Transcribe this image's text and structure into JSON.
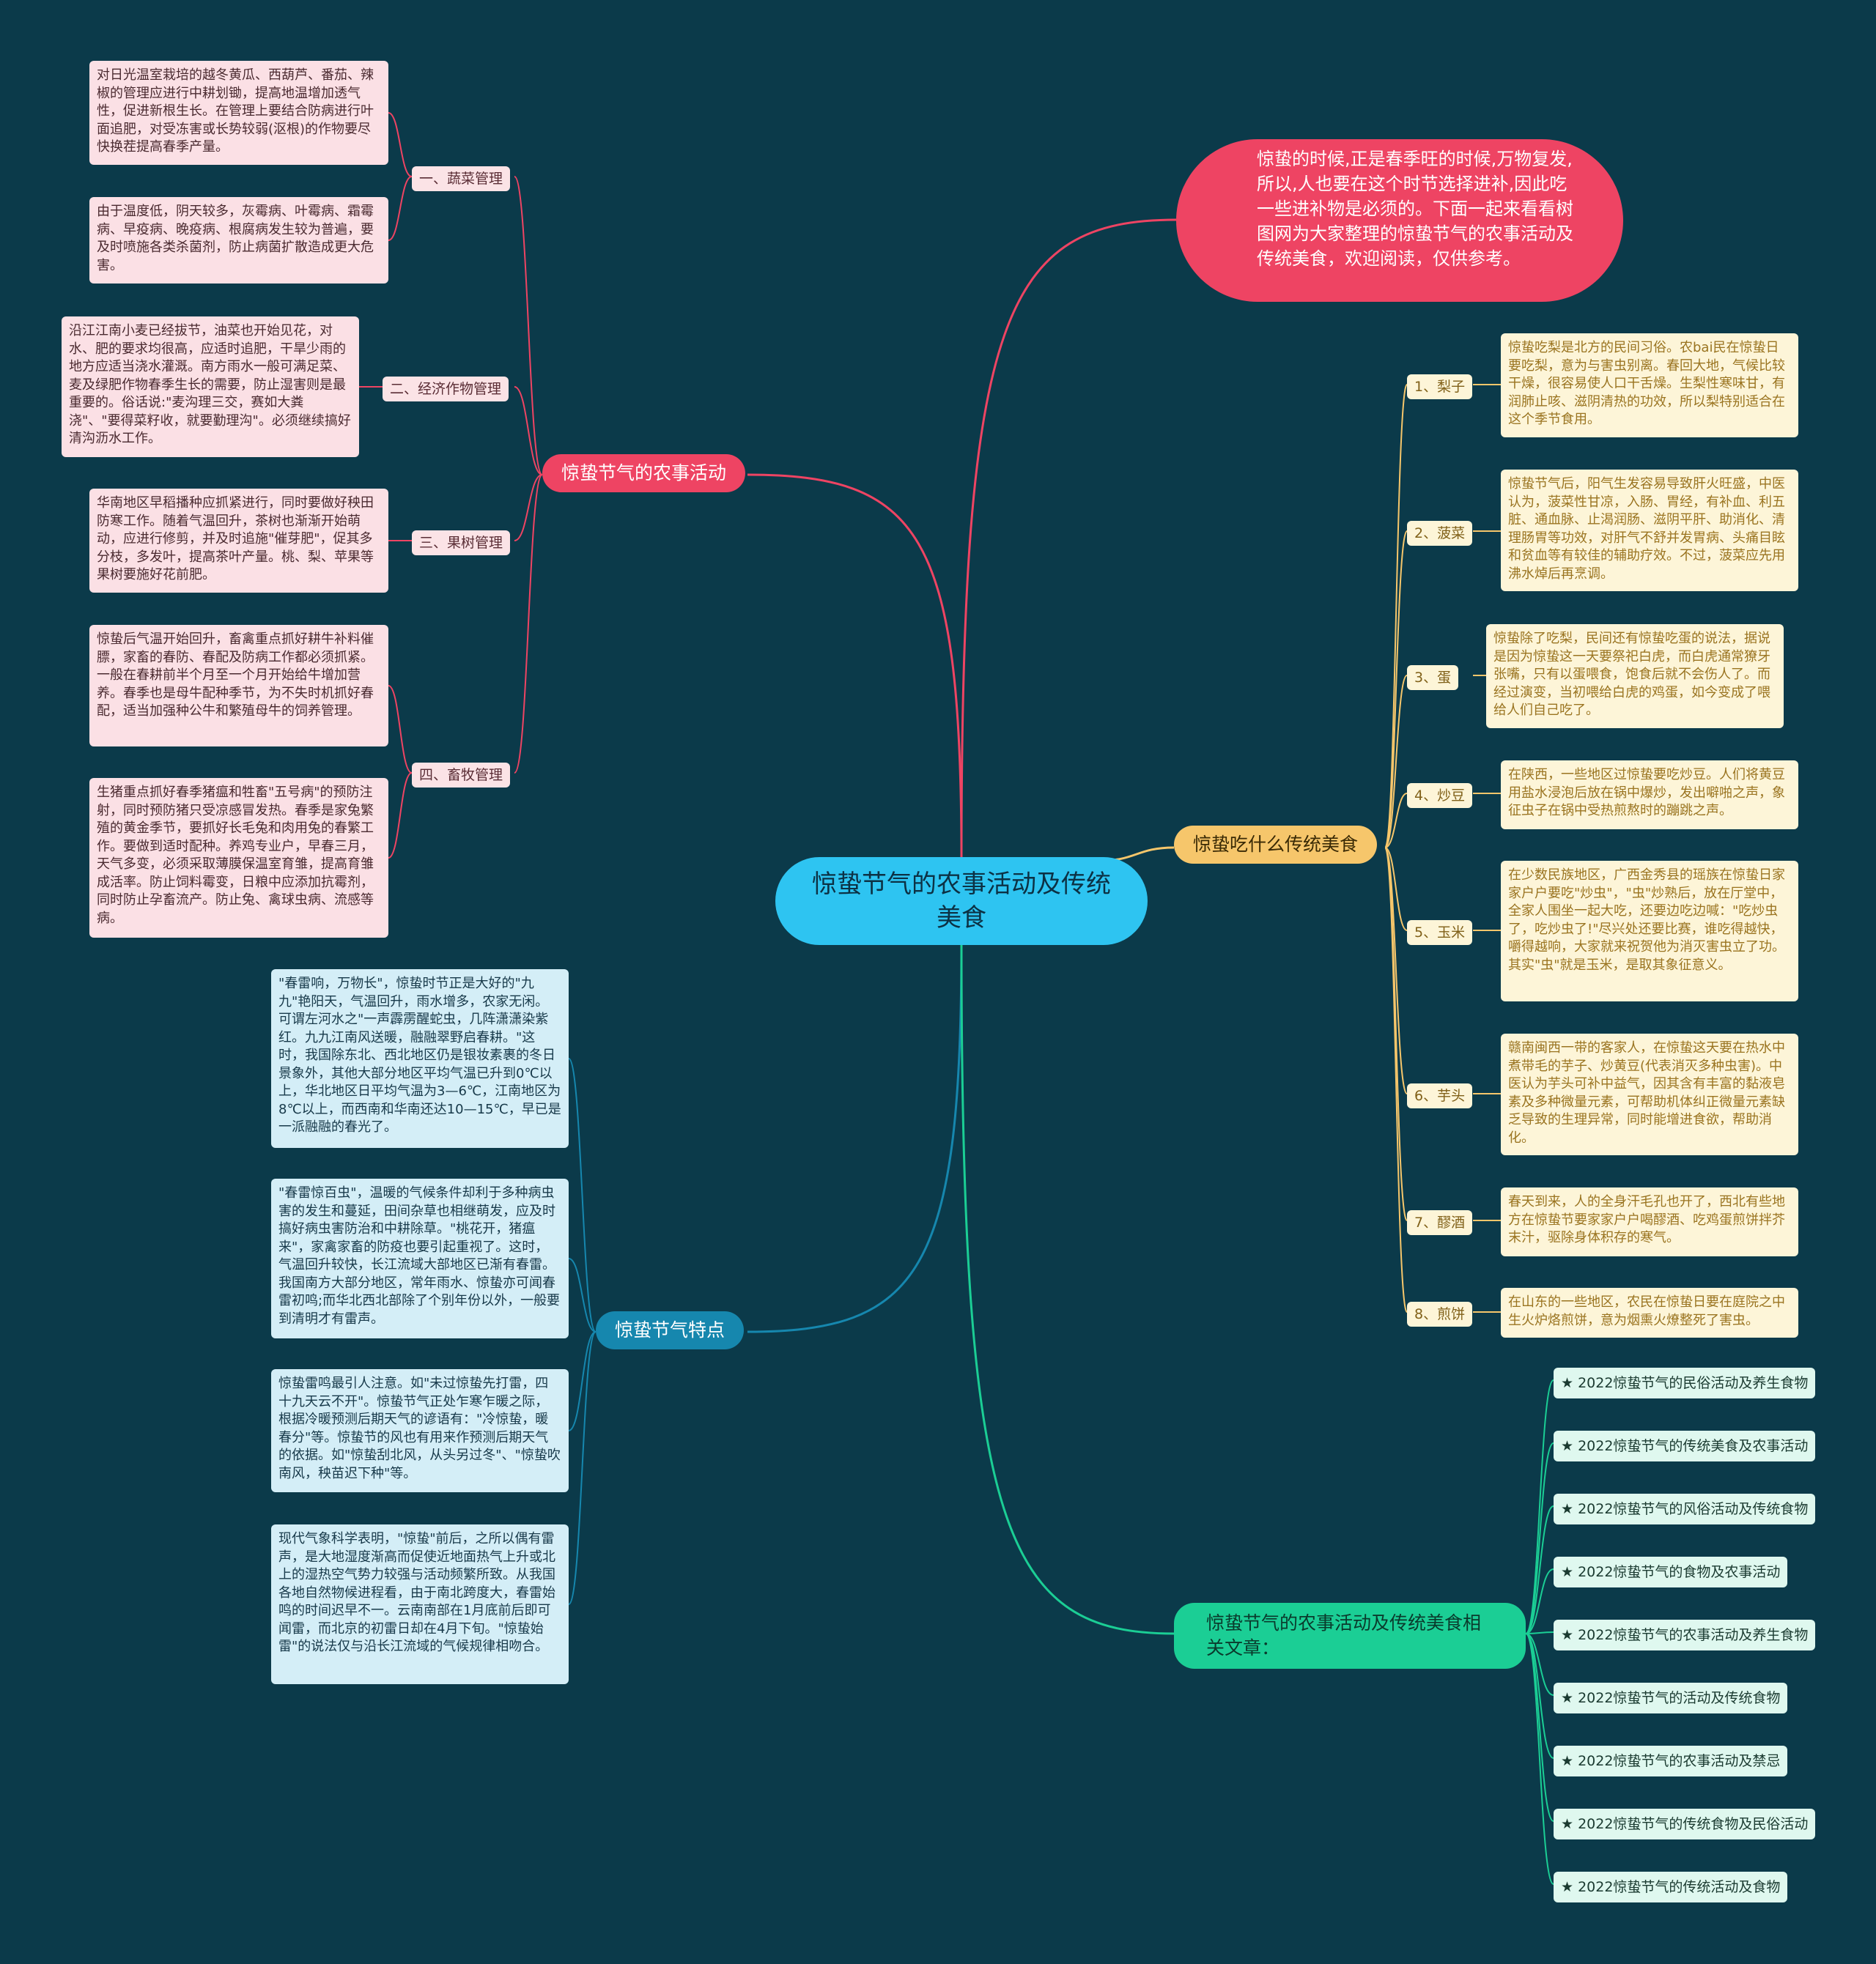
{
  "center": "惊蛰节气的农事活动及传统美食",
  "intro": "惊蛰的时候,正是春季旺的时候,万物复发,所以,人也要在这个时节选择进补,因此吃一些进补物是必须的。下面一起来看看树图网为大家整理的惊蛰节气的农事活动及传统美食，欢迎阅读，仅供参考。",
  "farming": {
    "label": "惊蛰节气的农事活动",
    "subs": [
      {
        "label": "一、蔬菜管理",
        "leaves": [
          "对日光温室栽培的越冬黄瓜、西葫芦、番茄、辣椒的管理应进行中耕划锄，提高地温增加透气性，促进新根生长。在管理上要结合防病进行叶面追肥，对受冻害或长势较弱(沤根)的作物要尽快换茬提高春季产量。",
          "由于温度低，阴天较多，灰霉病、叶霉病、霜霉病、早疫病、晚疫病、根腐病发生较为普遍，要及时喷施各类杀菌剂，防止病菌扩散造成更大危害。"
        ]
      },
      {
        "label": "二、经济作物管理",
        "leaves": [
          "沿江江南小麦已经拔节，油菜也开始见花，对水、肥的要求均很高，应适时追肥，干旱少雨的地方应适当浇水灌溉。南方雨水一般可满足菜、麦及绿肥作物春季生长的需要，防止湿害则是最重要的。俗话说:\"麦沟理三交，赛如大粪浇\"、\"要得菜籽收，就要勤理沟\"。必须继续搞好清沟沥水工作。"
        ]
      },
      {
        "label": "三、果树管理",
        "leaves": [
          "华南地区早稻播种应抓紧进行，同时要做好秧田防寒工作。随着气温回升，茶树也渐渐开始萌动，应进行修剪，并及时追施\"催芽肥\"，促其多分枝，多发叶，提高茶叶产量。桃、梨、苹果等果树要施好花前肥。"
        ]
      },
      {
        "label": "四、畜牧管理",
        "leaves": [
          "惊蛰后气温开始回升，畜禽重点抓好耕牛补料催膘，家畜的春防、春配及防病工作都必须抓紧。一般在春耕前半个月至一个月开始给牛增加营养。春季也是母牛配种季节，为不失时机抓好春配，适当加强种公牛和繁殖母牛的饲养管理。",
          "生猪重点抓好春季猪瘟和牲畜\"五号病\"的预防注射，同时预防猪只受凉感冒发热。春季是家兔繁殖的黄金季节，要抓好长毛兔和肉用兔的春繁工作。要做到适时配种。养鸡专业户，早春三月，天气多变，必须采取薄膜保温室育雏，提高育雏成活率。防止饲料霉变，日粮中应添加抗霉剂，同时防止孕畜流产。防止兔、禽球虫病、流感等病。"
        ]
      }
    ]
  },
  "foods": {
    "label": "惊蛰吃什么传统美食",
    "items": [
      {
        "label": "1、梨子",
        "text": "惊蛰吃梨是北方的民间习俗。农bai民在惊蛰日要吃梨，意为与害虫别离。春回大地，气候比较干燥，很容易使人口干舌燥。生梨性寒味甘，有润肺止咳、滋阴清热的功效，所以梨特别适合在这个季节食用。"
      },
      {
        "label": "2、菠菜",
        "text": "惊蛰节气后，阳气生发容易导致肝火旺盛，中医认为，菠菜性甘凉，入肠、胃经，有补血、利五脏、通血脉、止渴润肠、滋阴平肝、助消化、清理肠胃等功效，对肝气不舒并发胃病、头痛目眩和贫血等有较佳的辅助疗效。不过，菠菜应先用沸水焯后再烹调。"
      },
      {
        "label": "3、蛋",
        "text": "惊蛰除了吃梨，民间还有惊蛰吃蛋的说法，据说是因为惊蛰这一天要祭祀白虎，而白虎通常獠牙张嘴，只有以蛋喂食，饱食后就不会伤人了。而经过演变，当初喂给白虎的鸡蛋，如今变成了喂给人们自己吃了。"
      },
      {
        "label": "4、炒豆",
        "text": "在陕西，一些地区过惊蛰要吃炒豆。人们将黄豆用盐水浸泡后放在锅中爆炒，发出噼啪之声，象征虫子在锅中受热煎熬时的蹦跳之声。"
      },
      {
        "label": "5、玉米",
        "text": "在少数民族地区，广西金秀县的瑶族在惊蛰日家家户户要吃\"炒虫\"，\"虫\"炒熟后，放在厅堂中，全家人围坐一起大吃，还要边吃边喊：\"吃炒虫了，吃炒虫了!\"尽兴处还要比赛，谁吃得越快，嚼得越响，大家就来祝贺他为消灭害虫立了功。其实\"虫\"就是玉米，是取其象征意义。"
      },
      {
        "label": "6、芋头",
        "text": "赣南闽西一带的客家人，在惊蛰这天要在热水中煮带毛的芋子、炒黄豆(代表消灭多种虫害)。中医认为芋头可补中益气，因其含有丰富的黏液皂素及多种微量元素，可帮助机体纠正微量元素缺乏导致的生理异常，同时能增进食欲，帮助消化。"
      },
      {
        "label": "7、醪酒",
        "text": "春天到来，人的全身汗毛孔也开了，西北有些地方在惊蛰节要家家户户喝醪酒、吃鸡蛋煎饼拌芥末汁，驱除身体积存的寒气。"
      },
      {
        "label": "8、煎饼",
        "text": "在山东的一些地区，农民在惊蛰日要在庭院之中生火炉烙煎饼，意为烟熏火燎整死了害虫。"
      }
    ]
  },
  "features": {
    "label": "惊蛰节气特点",
    "leaves": [
      "\"春雷响，万物长\"，惊蛰时节正是大好的\"九九\"艳阳天，气温回升，雨水增多，农家无闲。可谓左河水之\"一声霹雳醒蛇虫，几阵潇潇染紫红。九九江南风送暖，融融翠野启春耕。\"这时，我国除东北、西北地区仍是银妆素裹的冬日景象外，其他大部分地区平均气温已升到0℃以上，华北地区日平均气温为3—6℃，江南地区为8℃以上，而西南和华南还达10—15℃，早已是一派融融的春光了。",
      "\"春雷惊百虫\"，温暖的气候条件却利于多种病虫害的发生和蔓延，田间杂草也相继萌发，应及时搞好病虫害防治和中耕除草。\"桃花开，猪瘟来\"，家禽家畜的防疫也要引起重视了。这时，气温回升较快，长江流域大部地区已渐有春雷。我国南方大部分地区，常年雨水、惊蛰亦可闻春雷初鸣;而华北西北部除了个别年份以外，一般要到清明才有雷声。",
      "惊蛰雷鸣最引人注意。如\"未过惊蛰先打雷，四十九天云不开\"。惊蛰节气正处乍寒乍暖之际，根据冷暖预测后期天气的谚语有：\"冷惊蛰，暖春分\"等。惊蛰节的风也有用来作预测后期天气的依据。如\"惊蛰刮北风，从头另过冬\"、\"惊蛰吹南风，秧苗迟下种\"等。",
      "现代气象科学表明，\"惊蛰\"前后，之所以偶有雷声，是大地湿度渐高而促使近地面热气上升或北上的湿热空气势力较强与活动频繁所致。从我国各地自然物候进程看，由于南北跨度大，春雷始鸣的时间迟早不一。云南南部在1月底前后即可闻雷，而北京的初雷日却在4月下旬。\"惊蛰始雷\"的说法仅与沿长江流域的气候规律相吻合。"
    ]
  },
  "related": {
    "label": "惊蛰节气的农事活动及传统美食相关文章：",
    "items": [
      "★ 2022惊蛰节气的民俗活动及养生食物",
      "★ 2022惊蛰节气的传统美食及农事活动",
      "★ 2022惊蛰节气的风俗活动及传统食物",
      "★ 2022惊蛰节气的食物及农事活动",
      "★ 2022惊蛰节气的农事活动及养生食物",
      "★ 2022惊蛰节气的活动及传统食物",
      "★ 2022惊蛰节气的农事活动及禁忌",
      "★ 2022惊蛰节气的传统食物及民俗活动",
      "★ 2022惊蛰节气的传统活动及食物"
    ]
  },
  "colors": {
    "background": "#0b3a4a",
    "center": "#2ec4f1",
    "farming": "#ee4463",
    "foods": "#f6c66b",
    "features": "#1687ae",
    "related": "#1bce95"
  }
}
